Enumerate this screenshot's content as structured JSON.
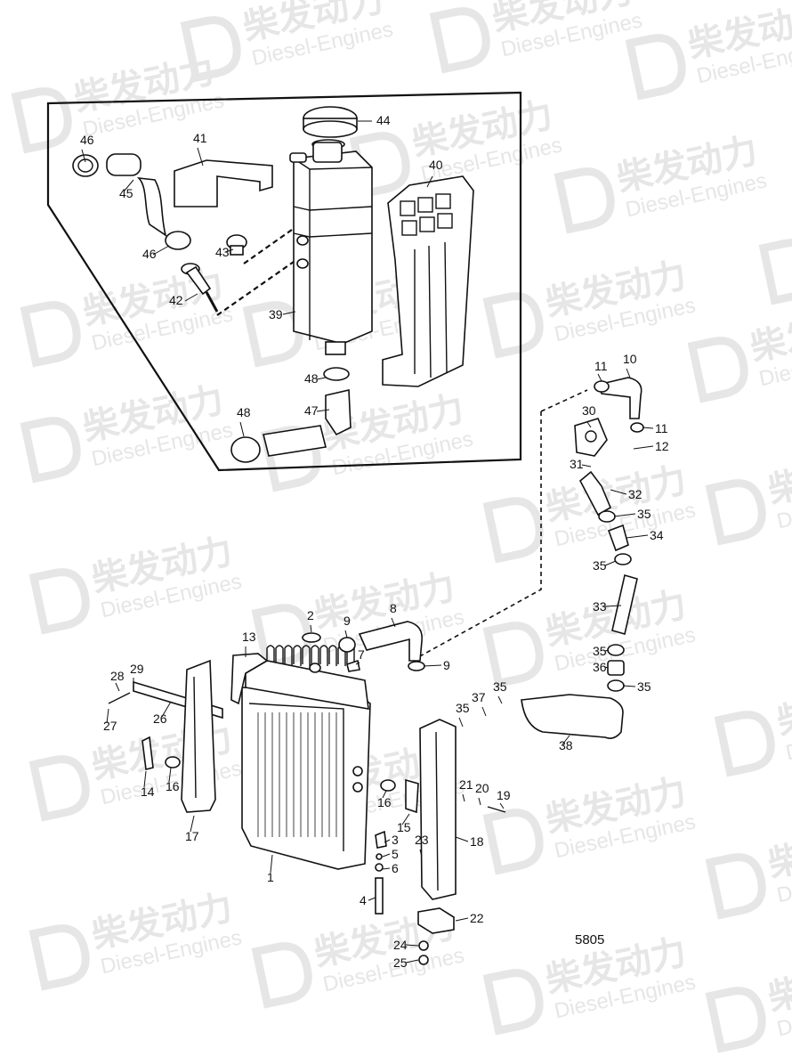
{
  "watermark": {
    "cn_text": "柴发动力",
    "en_text": "Diesel-Engines"
  },
  "drawing_reference": "5805",
  "callouts": [
    {
      "id": "c46a",
      "label": "46"
    },
    {
      "id": "c41",
      "label": "41"
    },
    {
      "id": "c44",
      "label": "44"
    },
    {
      "id": "c45",
      "label": "45"
    },
    {
      "id": "c40",
      "label": "40"
    },
    {
      "id": "c46b",
      "label": "46"
    },
    {
      "id": "c43",
      "label": "43"
    },
    {
      "id": "c42",
      "label": "42"
    },
    {
      "id": "c39",
      "label": "39"
    },
    {
      "id": "c48a",
      "label": "48"
    },
    {
      "id": "c48b",
      "label": "48"
    },
    {
      "id": "c47",
      "label": "47"
    },
    {
      "id": "c11a",
      "label": "11"
    },
    {
      "id": "c10",
      "label": "10"
    },
    {
      "id": "c30",
      "label": "30"
    },
    {
      "id": "c11b",
      "label": "11"
    },
    {
      "id": "c12",
      "label": "12"
    },
    {
      "id": "c31",
      "label": "31"
    },
    {
      "id": "c32",
      "label": "32"
    },
    {
      "id": "c35a",
      "label": "35"
    },
    {
      "id": "c34",
      "label": "34"
    },
    {
      "id": "c35b",
      "label": "35"
    },
    {
      "id": "c33",
      "label": "33"
    },
    {
      "id": "c35c",
      "label": "35"
    },
    {
      "id": "c36",
      "label": "36"
    },
    {
      "id": "c35d",
      "label": "35"
    },
    {
      "id": "c2",
      "label": "2"
    },
    {
      "id": "c9a",
      "label": "9"
    },
    {
      "id": "c8",
      "label": "8"
    },
    {
      "id": "c13",
      "label": "13"
    },
    {
      "id": "c7",
      "label": "7"
    },
    {
      "id": "c9b",
      "label": "9"
    },
    {
      "id": "c28",
      "label": "28"
    },
    {
      "id": "c29",
      "label": "29"
    },
    {
      "id": "c26",
      "label": "26"
    },
    {
      "id": "c27",
      "label": "27"
    },
    {
      "id": "c35e",
      "label": "35"
    },
    {
      "id": "c37",
      "label": "37"
    },
    {
      "id": "c35f",
      "label": "35"
    },
    {
      "id": "c38",
      "label": "38"
    },
    {
      "id": "c14",
      "label": "14"
    },
    {
      "id": "c16a",
      "label": "16"
    },
    {
      "id": "c16b",
      "label": "16"
    },
    {
      "id": "c21",
      "label": "21"
    },
    {
      "id": "c20",
      "label": "20"
    },
    {
      "id": "c19",
      "label": "19"
    },
    {
      "id": "c15",
      "label": "15"
    },
    {
      "id": "c17",
      "label": "17"
    },
    {
      "id": "c1",
      "label": "1"
    },
    {
      "id": "c3",
      "label": "3"
    },
    {
      "id": "c5",
      "label": "5"
    },
    {
      "id": "c6",
      "label": "6"
    },
    {
      "id": "c23",
      "label": "23"
    },
    {
      "id": "c18",
      "label": "18"
    },
    {
      "id": "c4",
      "label": "4"
    },
    {
      "id": "c22",
      "label": "22"
    },
    {
      "id": "c24",
      "label": "24"
    },
    {
      "id": "c25",
      "label": "25"
    }
  ]
}
